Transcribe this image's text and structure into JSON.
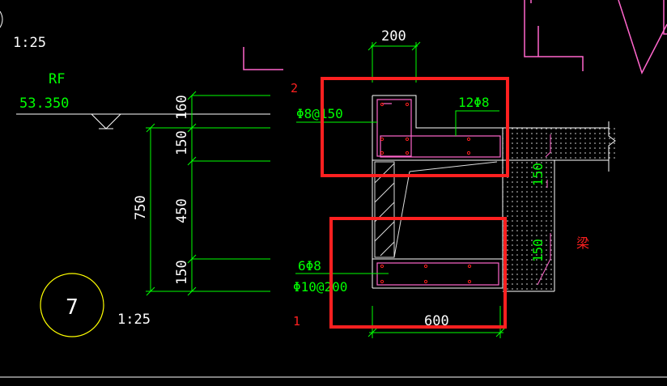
{
  "colors": {
    "background": "#000000",
    "dim": "#00FF00",
    "outline": "#FFFFFF",
    "rebar": "#FF66CC",
    "highlight": "#FF2020",
    "note": "#FF2020",
    "text_white": "#FFFFFF",
    "circle": "#FFFF00",
    "hatch": "#DDDDDD"
  },
  "texts": {
    "scale_top": "1:25",
    "scale_bottom": "1:25",
    "level_name": "RF",
    "level_value": "53.350",
    "detail_number": "7",
    "dim_top": "200",
    "dim_bottom": "600",
    "dim_total": "750",
    "dim_seg_1": "160",
    "dim_seg_2": "150",
    "dim_seg_3": "450",
    "dim_seg_4": "150",
    "rebar_stirrup_top": "Φ8@150",
    "rebar_long_top": "12Φ8",
    "rebar_long_bottom": "6Φ8",
    "rebar_stirrup_bottom": "Φ10@200",
    "right_dim_1": "150",
    "right_dim_2": "150",
    "beam_label": "梁",
    "marker_1": "1",
    "marker_2": "2"
  }
}
